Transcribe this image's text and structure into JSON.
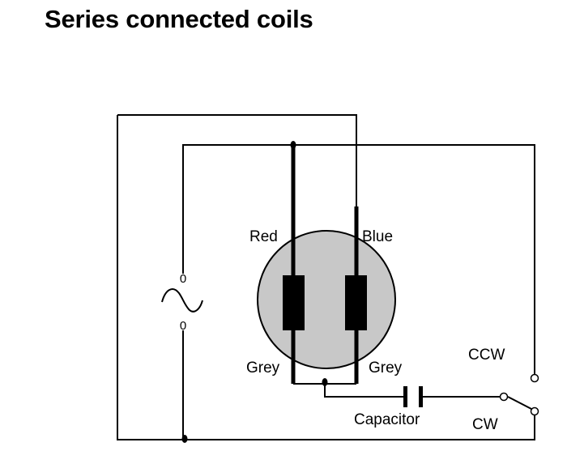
{
  "title": "Series connected coils",
  "labels": {
    "red": "Red",
    "blue": "Blue",
    "grey_left": "Grey",
    "grey_right": "Grey",
    "capacitor": "Capacitor",
    "ccw": "CCW",
    "cw": "CW"
  },
  "source": {
    "terminal_top": "0",
    "terminal_bottom": "0",
    "icon": "ac-source-icon"
  },
  "colors": {
    "motor_body": "#c8c8c8",
    "wire": "#000000",
    "coil": "#000000"
  }
}
